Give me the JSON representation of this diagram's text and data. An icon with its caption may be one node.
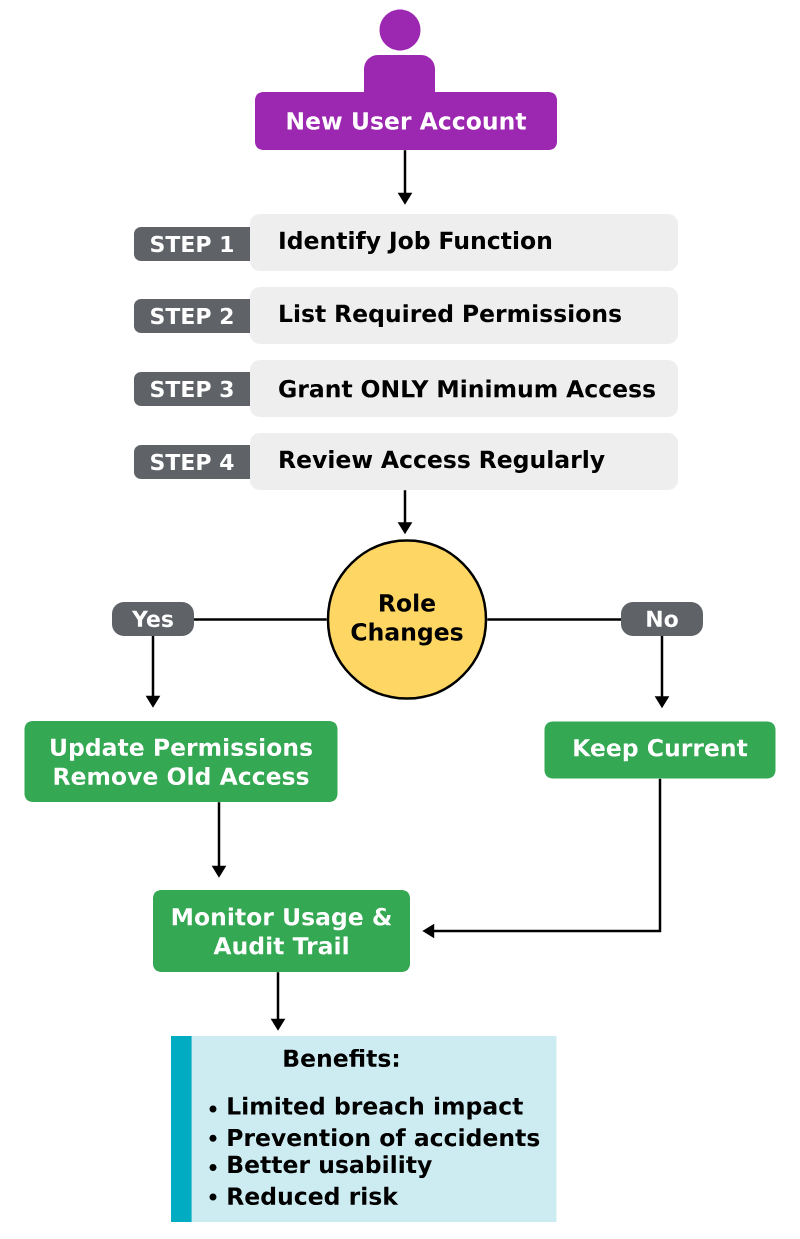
{
  "diagram": {
    "nodes": [
      {
        "text": [
          "New User Account"
        ]
      },
      {
        "text": [
          "STEP 1"
        ]
      },
      {
        "text": [
          "Identify Job Function"
        ]
      },
      {
        "text": [
          "STEP 2"
        ]
      },
      {
        "text": [
          "List Required Permissions"
        ]
      },
      {
        "text": [
          "STEP 3"
        ]
      },
      {
        "text": [
          "Grant ONLY Minimum Access"
        ]
      },
      {
        "text": [
          "STEP 4"
        ]
      },
      {
        "text": [
          "Review Access Regularly"
        ]
      },
      {
        "text": [
          "Role Changes"
        ]
      },
      {
        "text": [
          "Update Permissions Remove Old Access"
        ]
      },
      {
        "text": [
          "Keep Current"
        ]
      },
      {
        "text": [
          "Monitor Usage & Audit Trail"
        ]
      },
      {
        "text": [
          "Benefits:",
          "Limited breach impact",
          "Prevention of accidents",
          "Better usability",
          "Reduced risk"
        ]
      }
    ],
    "edges": [
      {
        "from": 0,
        "to": 2,
        "arrow": "to"
      },
      {
        "from": 8,
        "to": 9,
        "arrow": "to"
      },
      {
        "from": 9,
        "to": 10,
        "arrow": "to",
        "label": "Yes"
      },
      {
        "from": 9,
        "to": 11,
        "arrow": "to",
        "label": "No"
      },
      {
        "from": 10,
        "to": 12,
        "arrow": "to"
      },
      {
        "from": 11,
        "to": 12,
        "arrow": "to"
      },
      {
        "from": 12,
        "to": 13,
        "arrow": "to"
      }
    ]
  }
}
